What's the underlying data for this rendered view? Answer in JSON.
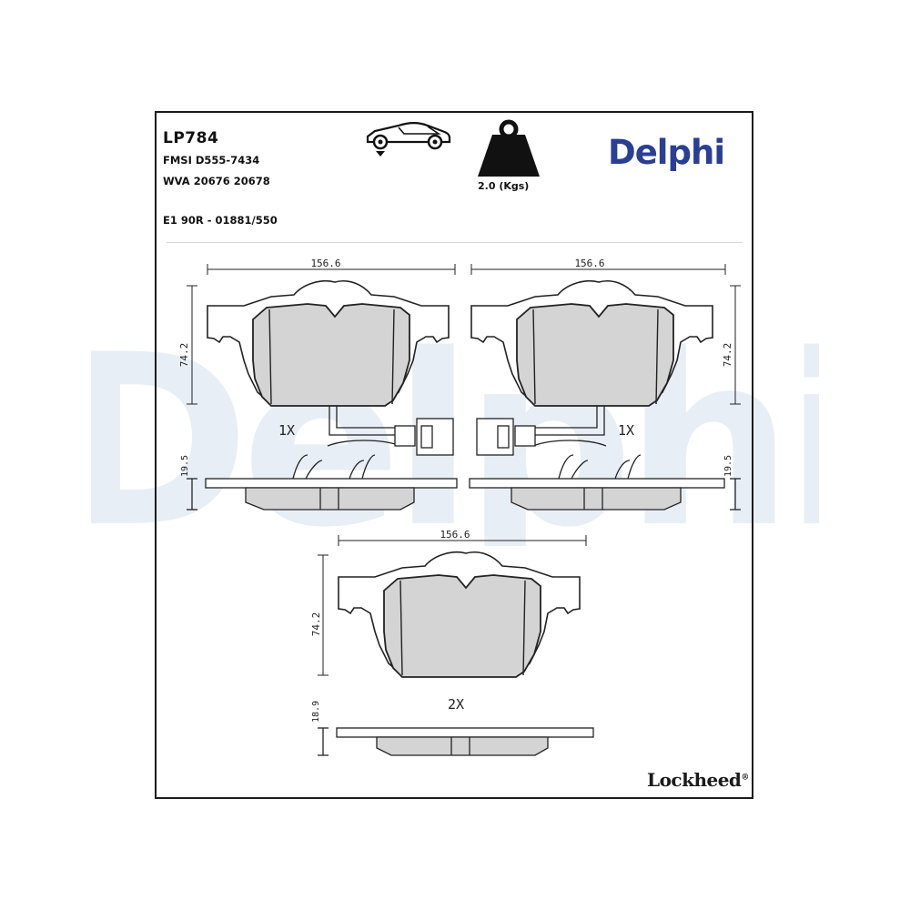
{
  "header": {
    "part_number": "LP784",
    "fmsi": "FMSI D555-7434",
    "wva": "WVA 20676 20678",
    "approval": "E1 90R - 01881/550",
    "weight": "2.0 (Kgs)"
  },
  "brand": {
    "logo_text": "Delphi",
    "logo_color": "#2a3f94",
    "watermark_text": "Delphi",
    "watermark_color": "#e8eef6",
    "footer_logo": "Lockheed",
    "footer_mark": "®"
  },
  "icons": {
    "vehicle": "car-front-axle-icon",
    "weight": "weight-icon"
  },
  "drawings": {
    "top_left": {
      "width": "156.6",
      "height": "74.2",
      "thickness": "19.5",
      "quantity": "1X"
    },
    "top_right": {
      "width": "156.6",
      "height": "74.2",
      "thickness": "19.5",
      "quantity": "1X"
    },
    "bottom": {
      "width": "156.6",
      "height": "74.2",
      "thickness": "18.9",
      "quantity": "2X"
    }
  }
}
